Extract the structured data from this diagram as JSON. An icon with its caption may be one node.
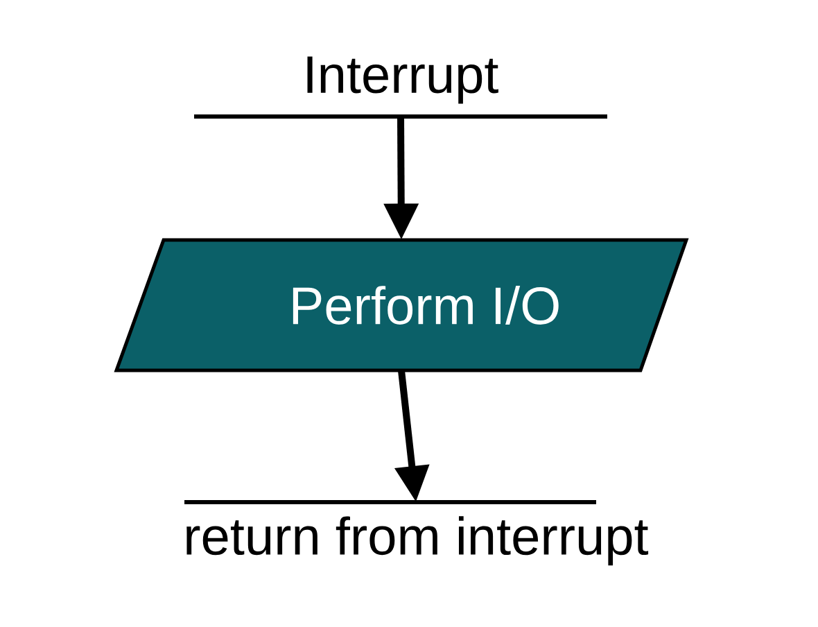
{
  "diagram": {
    "nodes": [
      {
        "text": [
          "Interrupt"
        ]
      },
      {
        "text": [
          "Perform I/O"
        ]
      },
      {
        "text": [
          "return from interrupt"
        ]
      }
    ],
    "edges": [
      {
        "from": 0,
        "to": 1,
        "arrow": "to"
      },
      {
        "from": 1,
        "to": 2,
        "arrow": "to"
      }
    ]
  }
}
